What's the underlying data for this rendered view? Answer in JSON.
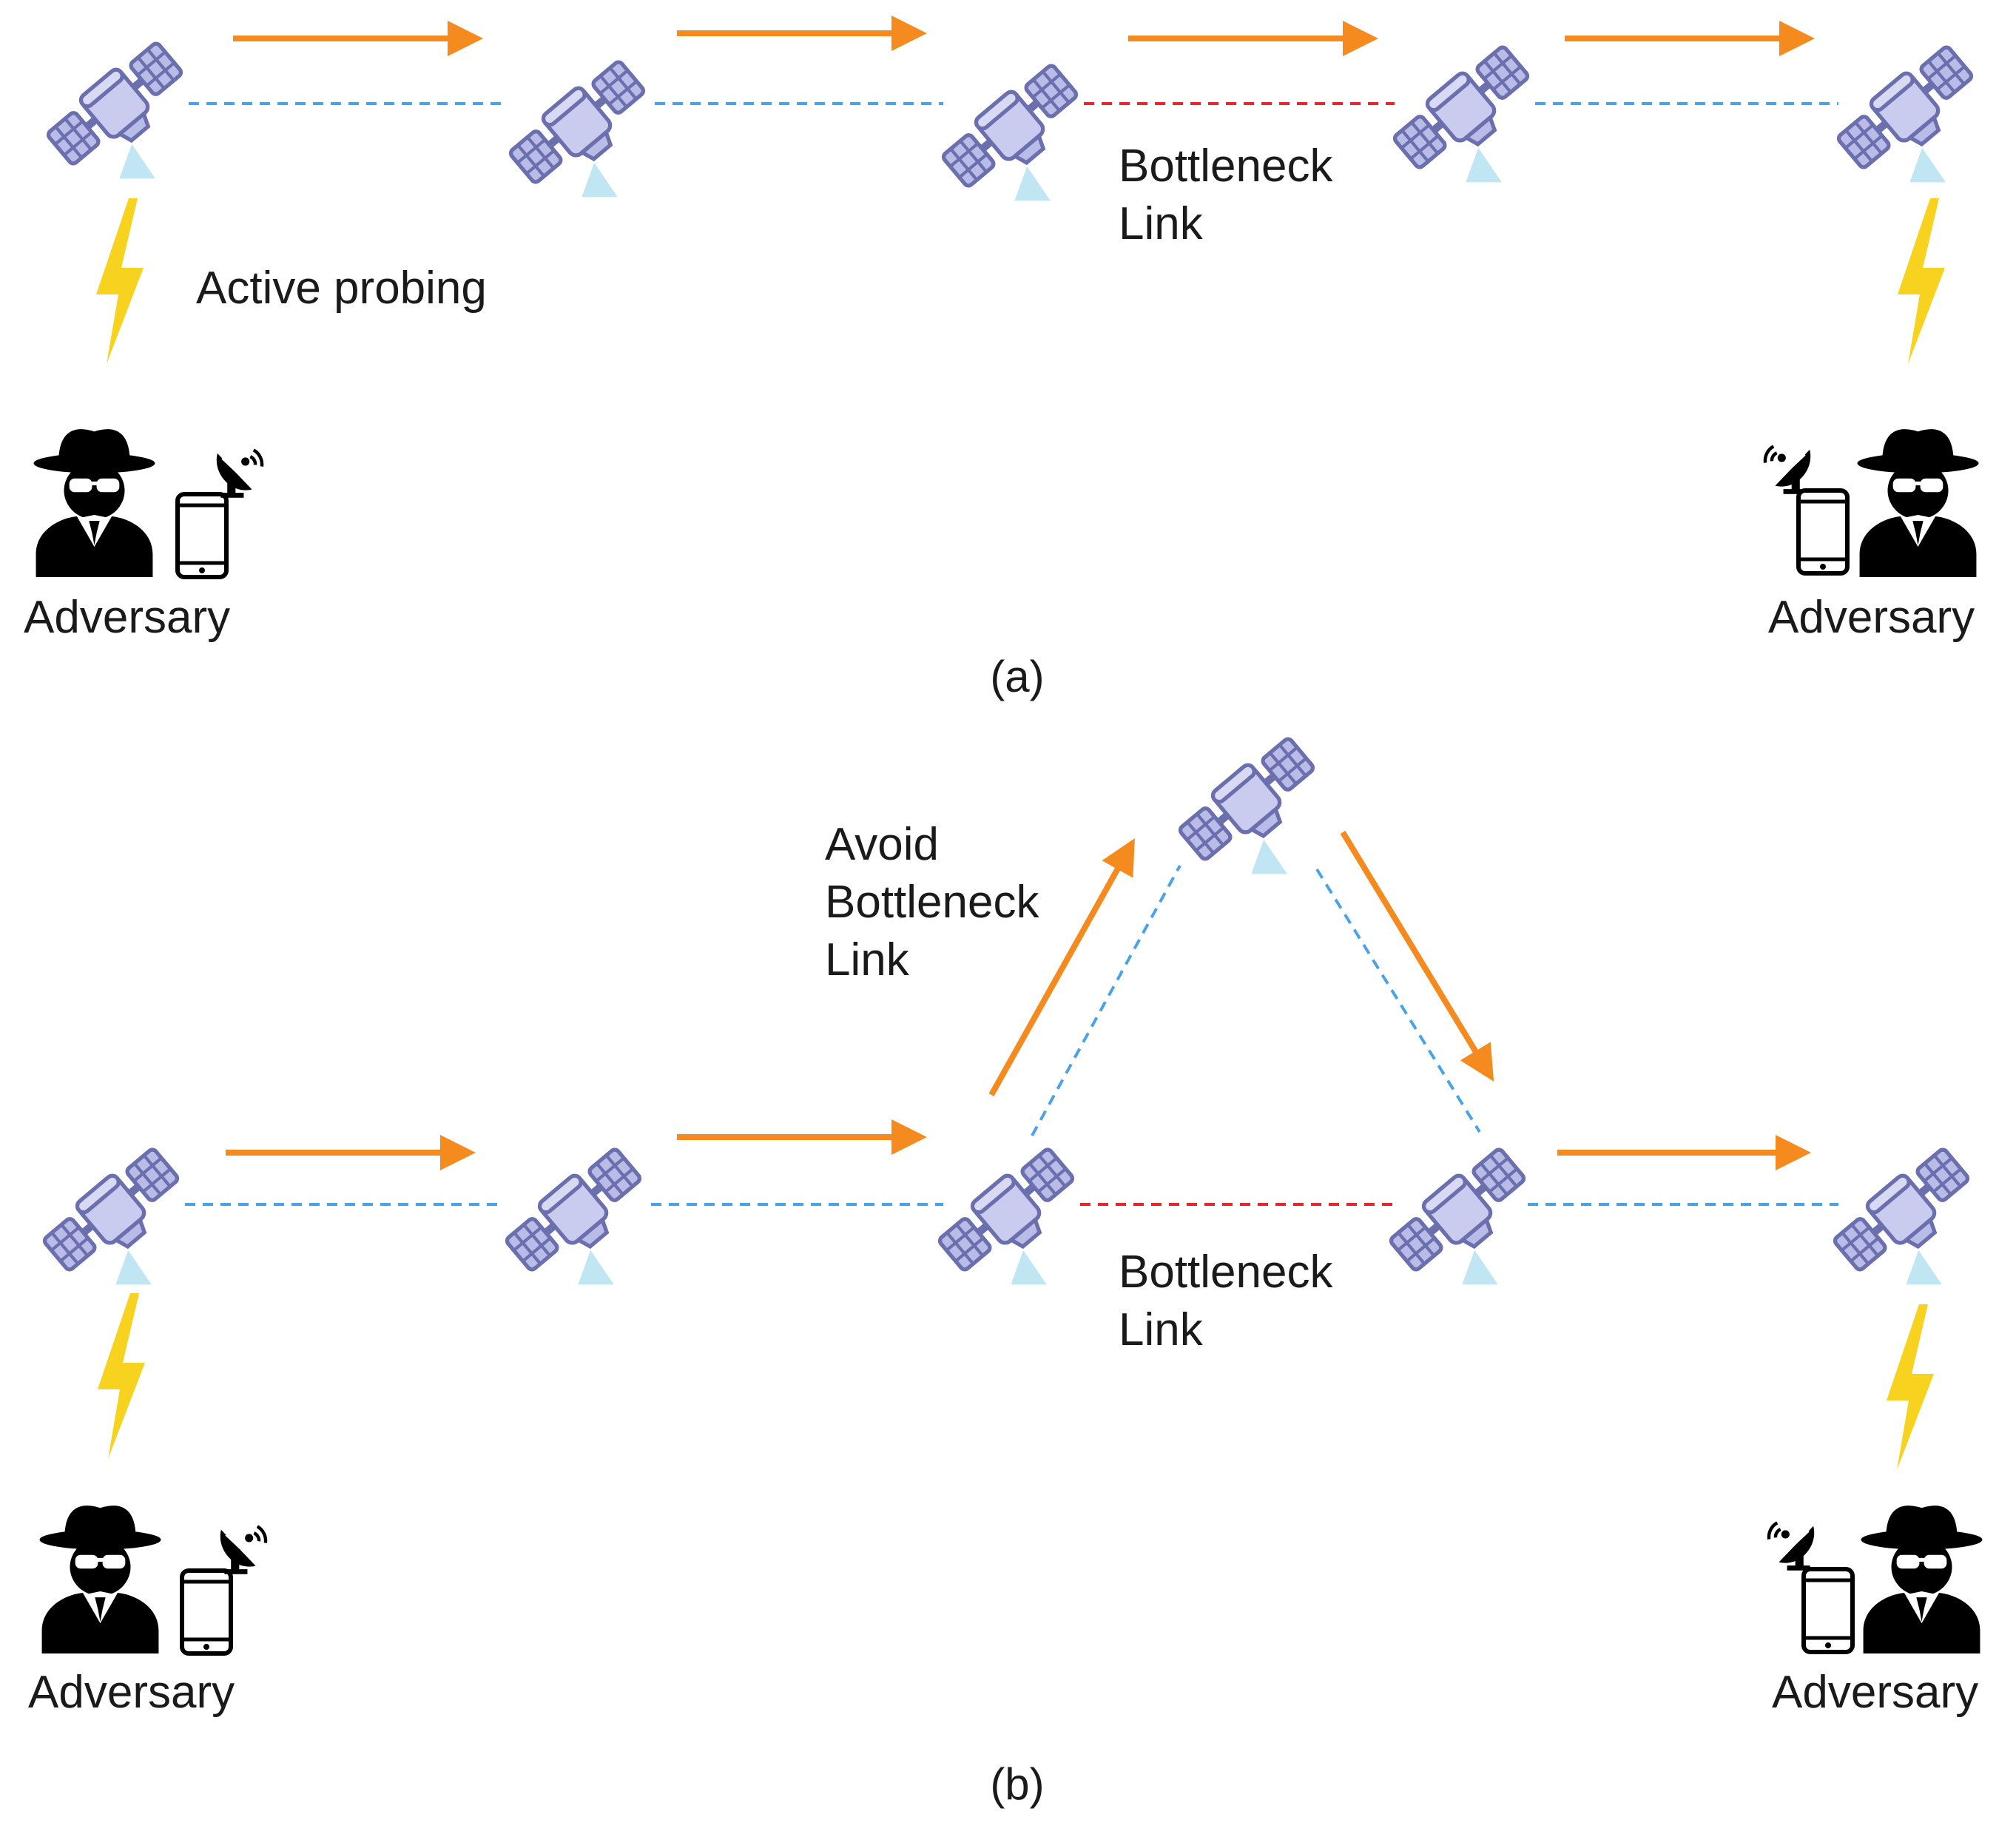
{
  "panels": [
    {
      "caption": "(a)",
      "probe_label": "Active probing",
      "bottleneck_label": [
        "Bottleneck",
        "Link"
      ],
      "adversary_left_label": "Adversary",
      "adversary_right_label": "Adversary"
    },
    {
      "caption": "(b)",
      "avoid_label": [
        "Avoid",
        "Bottleneck",
        "Link"
      ],
      "bottleneck_label": [
        "Bottleneck",
        "Link"
      ],
      "adversary_left_label": "Adversary",
      "adversary_right_label": "Adversary"
    }
  ],
  "colors": {
    "traffic_arrow": "#f58a1f",
    "normal_link": "#4aa3e8",
    "bottleneck_link": "#e8262b",
    "probe_bolt": "#f7d21e",
    "satellite_body": "#b8bce6",
    "satellite_outline": "#6b6fae",
    "beam": "#bfe6f2",
    "adversary": "#000000"
  },
  "icons": [
    "satellite-icon",
    "lightning-icon",
    "spy-icon",
    "smartphone-icon",
    "satellite-dish-icon"
  ]
}
